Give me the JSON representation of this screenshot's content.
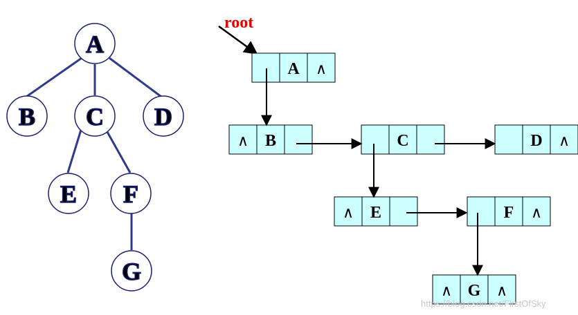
{
  "tree": {
    "nodes": [
      "A",
      "B",
      "C",
      "D",
      "E",
      "F",
      "G"
    ],
    "edges": [
      [
        "A",
        "B"
      ],
      [
        "A",
        "C"
      ],
      [
        "A",
        "D"
      ],
      [
        "C",
        "E"
      ],
      [
        "C",
        "F"
      ],
      [
        "F",
        "G"
      ]
    ],
    "edge_color": "#2e3a8c",
    "node_border_color": "#1a1f6e"
  },
  "linked": {
    "root_label": "root",
    "root_color": "#e60000",
    "null_symbol": "∧",
    "cell_fill": "#ccffff",
    "nodes": [
      {
        "id": "A",
        "cells": [
          "",
          "A",
          "∧"
        ]
      },
      {
        "id": "B",
        "cells": [
          "∧",
          "B",
          ""
        ]
      },
      {
        "id": "C",
        "cells": [
          "",
          "C",
          ""
        ]
      },
      {
        "id": "D",
        "cells": [
          "",
          "D",
          "∧"
        ]
      },
      {
        "id": "E",
        "cells": [
          "∧",
          "E",
          ""
        ]
      },
      {
        "id": "F",
        "cells": [
          "",
          "F",
          "∧"
        ]
      },
      {
        "id": "G",
        "cells": [
          "∧",
          "G",
          "∧"
        ]
      }
    ]
  },
  "watermark": "https://blog.csdn.net/FirstOfSky"
}
